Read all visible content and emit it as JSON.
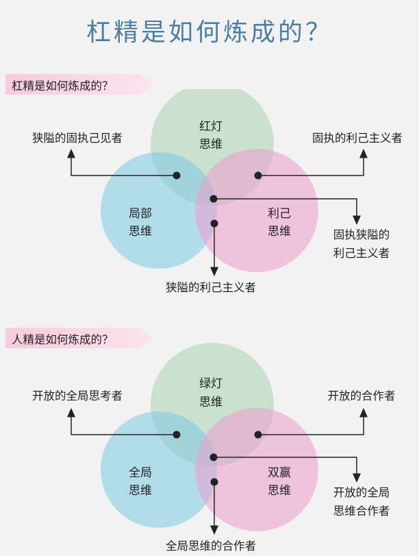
{
  "title": "杠精是如何炼成的？",
  "colors": {
    "title": "#4d7ea1",
    "green_circle": "#a9d4b0",
    "blue_circle": "#7fcbe4",
    "pink_circle": "#ec9ccd",
    "tag_bg": "#f7cbdd",
    "background": "#f2f2f2"
  },
  "sections": [
    {
      "heading": "杠精是如何炼成的？",
      "circles": {
        "top": [
          "红灯",
          "思维"
        ],
        "left": [
          "局部",
          "思维"
        ],
        "right": [
          "利己",
          "思维"
        ]
      },
      "outcomes": {
        "top_left": "狭隘的固执己见者",
        "top_right": "固执的利己主义者",
        "center": [
          "固执狭隘的",
          "利己主义者"
        ],
        "bottom": "狭隘的利己主义者"
      }
    },
    {
      "heading": "人精是如何炼成的？",
      "circles": {
        "top": [
          "绿灯",
          "思维"
        ],
        "left": [
          "全局",
          "思维"
        ],
        "right": [
          "双赢",
          "思维"
        ]
      },
      "outcomes": {
        "top_left": "开放的全局思考者",
        "top_right": "开放的合作者",
        "center": [
          "开放的全局",
          "思维合作者"
        ],
        "bottom": "全局思维的合作者"
      }
    }
  ]
}
